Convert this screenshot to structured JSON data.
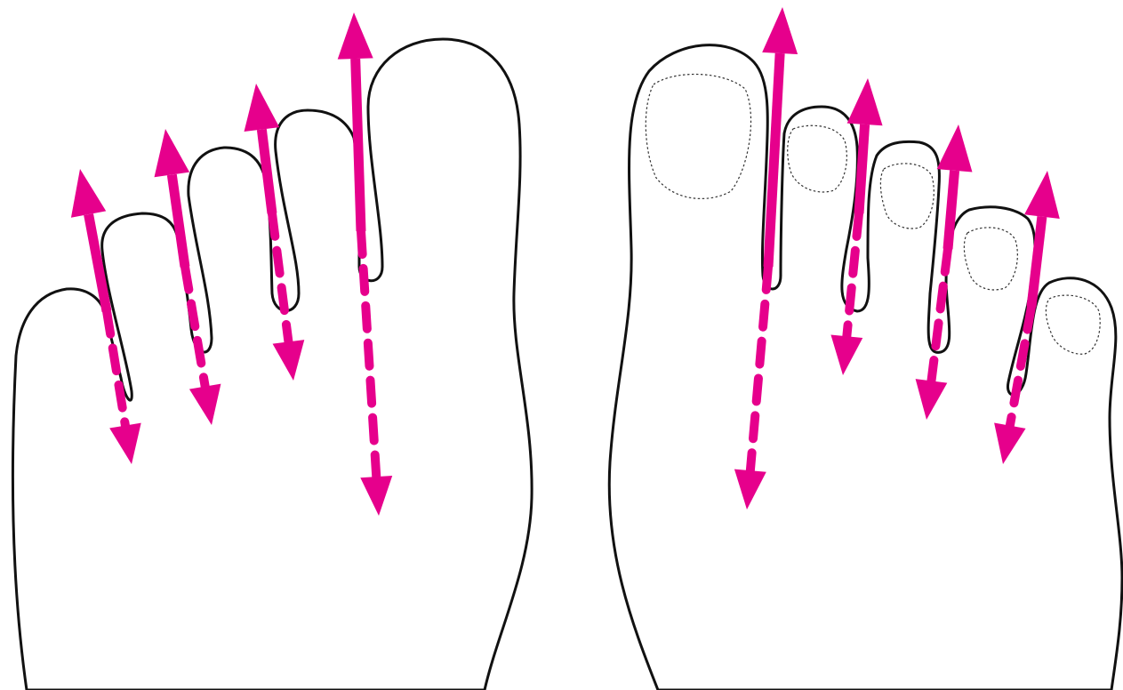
{
  "colors": {
    "arrow": "#e6008c",
    "outline": "#111111",
    "nail_outline": "#333333",
    "background": "#ffffff"
  },
  "feet": [
    {
      "id": "left-foot",
      "view": "sole",
      "gaps": [
        {
          "label": "gap-1",
          "spread": "up-down"
        },
        {
          "label": "gap-2",
          "spread": "up-down"
        },
        {
          "label": "gap-3",
          "spread": "up-down"
        },
        {
          "label": "gap-4",
          "spread": "up-down"
        }
      ]
    },
    {
      "id": "right-foot",
      "view": "top",
      "nails_visible": true,
      "gaps": [
        {
          "label": "gap-1",
          "spread": "up-down"
        },
        {
          "label": "gap-2",
          "spread": "up-down"
        },
        {
          "label": "gap-3",
          "spread": "up-down"
        },
        {
          "label": "gap-4",
          "spread": "up-down"
        }
      ]
    }
  ]
}
